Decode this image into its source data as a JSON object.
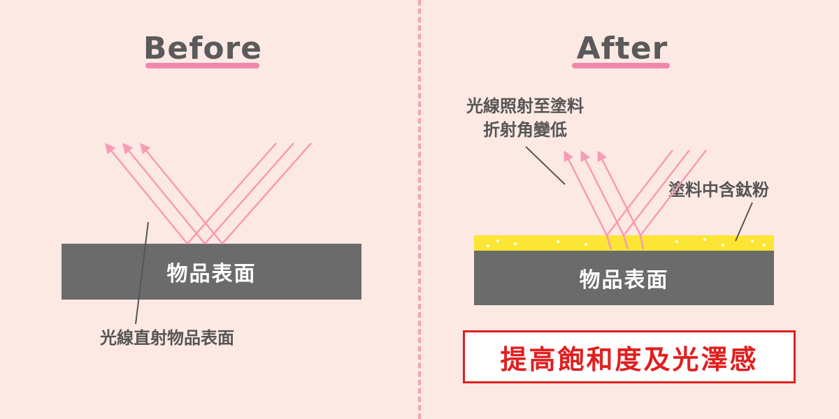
{
  "before": {
    "title": "Before",
    "surface_label": "物品表面",
    "note": "光線直射物品表面"
  },
  "after": {
    "title": "After",
    "surface_label": "物品表面",
    "note_line1": "光線照射至塗料",
    "note_line2": "折射角變低",
    "coating_label": "塗料中含鈦粉",
    "result": "提高飽和度及光澤感"
  },
  "colors": {
    "background": "#fde9e4",
    "ray": "#f89bb5",
    "surface": "#6b6b6b",
    "coating": "#fde535",
    "result_red": "#e02020",
    "divider": "#f3a2b9"
  }
}
